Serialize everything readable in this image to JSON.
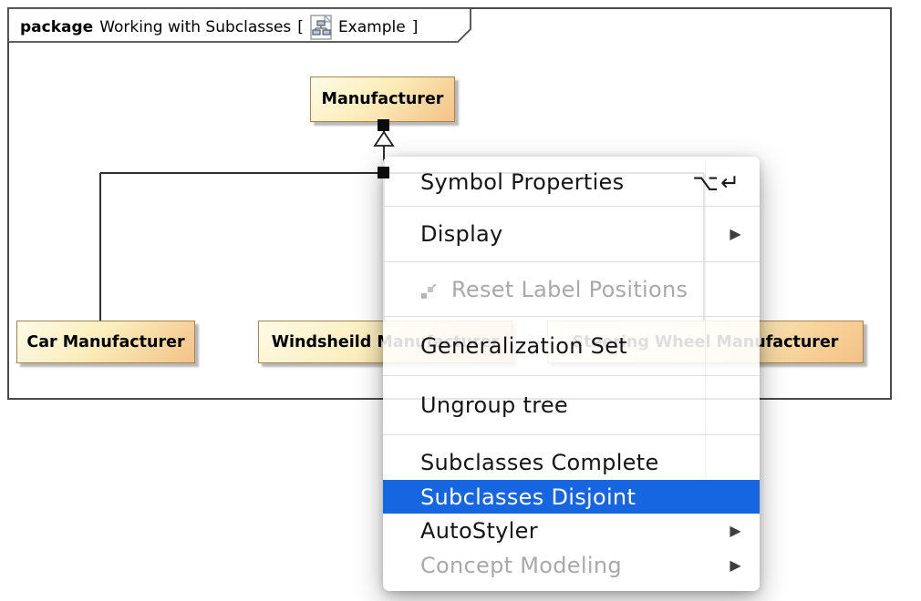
{
  "frame": {
    "keyword": "package",
    "title": "Working with Subclasses",
    "open_bracket": "[",
    "diagram_name": "Example",
    "close_bracket": "]"
  },
  "diagram": {
    "nodes": [
      {
        "id": "manufacturer",
        "label": "Manufacturer"
      },
      {
        "id": "car",
        "label": "Car Manufacturer"
      },
      {
        "id": "windsheild",
        "label": "Windsheild Manufacturer"
      },
      {
        "id": "steering",
        "label": "Steering Wheel Manufacturer"
      }
    ],
    "relation": "generalization-tree"
  },
  "menu": {
    "items": [
      {
        "label": "Symbol Properties",
        "state": "normal",
        "shortcut": "⌥↵"
      },
      {
        "label": "Display",
        "state": "normal",
        "submenu": true
      },
      {
        "label": "Reset Label Positions",
        "state": "disabled",
        "icon": "reset-label-positions-icon"
      },
      {
        "label": "Generalization Set",
        "state": "normal"
      },
      {
        "label": "Ungroup tree",
        "state": "normal"
      },
      {
        "label": "Subclasses Complete",
        "state": "normal"
      },
      {
        "label": "Subclasses Disjoint",
        "state": "highlighted"
      },
      {
        "label": "AutoStyler",
        "state": "normal",
        "submenu": true
      },
      {
        "label": "Concept Modeling",
        "state": "disabled",
        "submenu": true
      }
    ]
  },
  "icons": {
    "submenu_arrow": "▶"
  },
  "colors": {
    "highlight_blue": "#1566e0",
    "node_fill_light": "#fdf7dd",
    "node_fill_dark": "#f4c286",
    "node_border": "#a8824c",
    "frame_line": "#4a4a4a",
    "disabled_text": "#a9a9a9",
    "menu_separator": "#dedede"
  }
}
